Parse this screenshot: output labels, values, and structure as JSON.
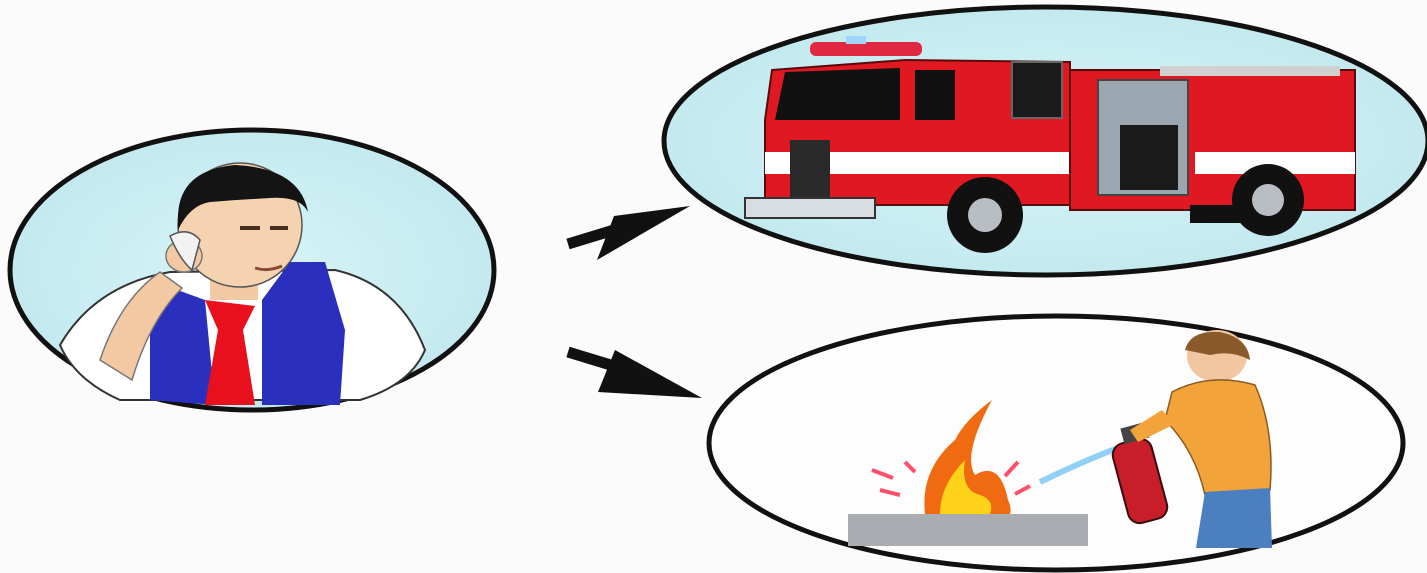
{
  "diagram": {
    "nodes": [
      {
        "id": "caller",
        "depicts": "man-on-telephone"
      },
      {
        "id": "fire-truck",
        "depicts": "fire-engine"
      },
      {
        "id": "extinguishing",
        "depicts": "person-using-fire-extinguisher-on-fire"
      }
    ],
    "edges": [
      {
        "from": "caller",
        "to": "fire-truck"
      },
      {
        "from": "caller",
        "to": "extinguishing"
      }
    ]
  },
  "colors": {
    "background": "#fbfbfb",
    "bubble_fill": "#c6ecf1",
    "bubble_outline": "#111111",
    "truck_red": "#e01822",
    "vest_blue": "#2a2fbe",
    "tie_red": "#e8101c",
    "flame_yellow": "#ffd21a",
    "shirt_orange": "#f2a43a"
  }
}
